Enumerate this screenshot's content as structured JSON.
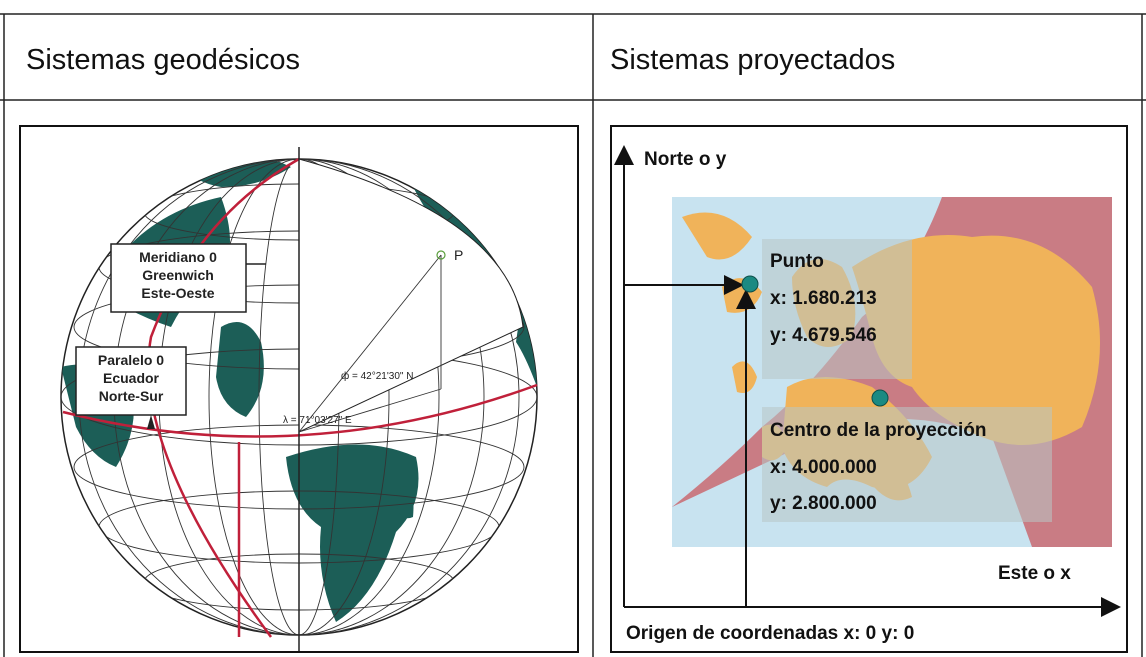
{
  "table": {
    "headers": [
      "Sistemas geodésicos",
      "Sistemas proyectados"
    ]
  },
  "geodesic": {
    "meridian_label": [
      "Meridiano 0",
      "Greenwich",
      "Este-Oeste"
    ],
    "parallel_label": [
      "Paralelo 0",
      "Ecuador",
      "Norte-Sur"
    ],
    "point_label": "P",
    "latitude": "ф = 42°21'30\" N",
    "longitude": "λ = 71°03'27\" E",
    "colors": {
      "land": "#1c5e57",
      "sphere": "#ffffff",
      "meridian": "#c0203a",
      "grid": "#222222"
    }
  },
  "projected": {
    "axis_y_label": "Norte o y",
    "axis_x_label": "Este o x",
    "origin_label": "Origen de coordenadas x: 0 y: 0",
    "point": {
      "title": "Punto",
      "x": "x: 1.680.213",
      "y": "y: 4.679.546"
    },
    "center": {
      "title": "Centro de la proyección",
      "x": "x: 4.000.000",
      "y": "y: 2.800.000"
    },
    "colors": {
      "sea": "#c8e3f0",
      "outside": "#c97c84",
      "land": "#f0b35a",
      "marker": "#1b8a82"
    }
  }
}
